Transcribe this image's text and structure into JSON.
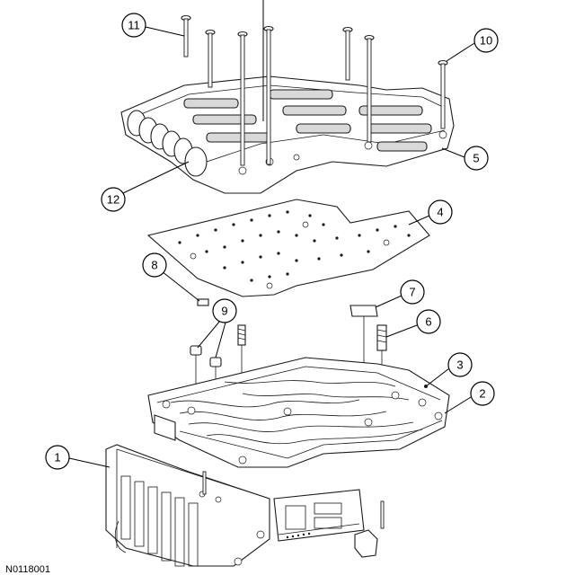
{
  "figure": {
    "code": "N0118001",
    "callouts": [
      {
        "id": "callout-1",
        "number": "1"
      },
      {
        "id": "callout-2",
        "number": "2"
      },
      {
        "id": "callout-3",
        "number": "3"
      },
      {
        "id": "callout-4",
        "number": "4"
      },
      {
        "id": "callout-5",
        "number": "5"
      },
      {
        "id": "callout-6",
        "number": "6"
      },
      {
        "id": "callout-7",
        "number": "7"
      },
      {
        "id": "callout-8",
        "number": "8"
      },
      {
        "id": "callout-9",
        "number": "9"
      },
      {
        "id": "callout-10",
        "number": "10"
      },
      {
        "id": "callout-11",
        "number": "11"
      },
      {
        "id": "callout-12",
        "number": "12"
      }
    ]
  }
}
